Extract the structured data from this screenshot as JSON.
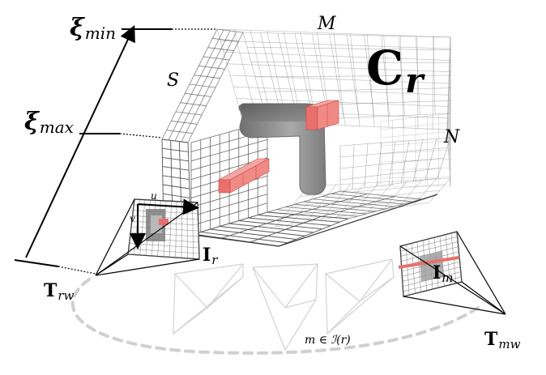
{
  "labels": {
    "xi_min": {
      "main": "ξ",
      "sub": "min"
    },
    "xi_max": {
      "main": "ξ",
      "sub": "max"
    },
    "volume": {
      "main": "C",
      "sub": "r"
    },
    "axis_m": "M",
    "axis_n": "N",
    "axis_s": "S",
    "ref_image": {
      "main": "I",
      "sub": "r"
    },
    "match_image": {
      "main": "I",
      "sub": "m"
    },
    "ref_pose": {
      "main": "T",
      "sub": "rw"
    },
    "match_pose": {
      "main": "T",
      "sub": "mw"
    },
    "u_axis": "u",
    "v_axis": "v",
    "set_label": "m ∈ ℐ(r)"
  },
  "colors": {
    "grid_line": "#555555",
    "red_block": "#e8706c",
    "dashed_path": "#d0d0d0",
    "faded_camera": "#d2d2d2",
    "object_gray": "#8a8a8a"
  }
}
